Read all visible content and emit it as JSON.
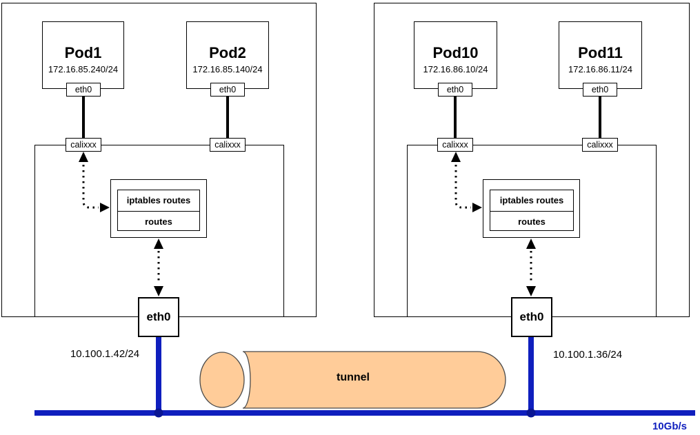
{
  "colors": {
    "link_blue": "#0f1fbe",
    "junction_dot": "#0a1694",
    "tunnel_fill": "#ffcc99",
    "tunnel_stroke": "#4a4a4a",
    "stroke_black": "#000000"
  },
  "nodes": [
    {
      "pods": [
        {
          "name": "Pod1",
          "ip": "172.16.85.240/24",
          "pod_iface": "eth0",
          "host_veth": "calixxx"
        },
        {
          "name": "Pod2",
          "ip": "172.16.85.140/24",
          "pod_iface": "eth0",
          "host_veth": "calixxx"
        }
      ],
      "routing_table": {
        "row1": "iptables routes",
        "row2": "routes"
      },
      "host_iface": "eth0",
      "host_ip": "10.100.1.42/24"
    },
    {
      "pods": [
        {
          "name": "Pod10",
          "ip": "172.16.86.10/24",
          "pod_iface": "eth0",
          "host_veth": "calixxx"
        },
        {
          "name": "Pod11",
          "ip": "172.16.86.11/24",
          "pod_iface": "eth0",
          "host_veth": "calixxx"
        }
      ],
      "routing_table": {
        "row1": "iptables routes",
        "row2": "routes"
      },
      "host_iface": "eth0",
      "host_ip": "10.100.1.36/24"
    }
  ],
  "tunnel": {
    "label": "tunnel"
  },
  "network": {
    "speed_label": "10Gb/s"
  }
}
